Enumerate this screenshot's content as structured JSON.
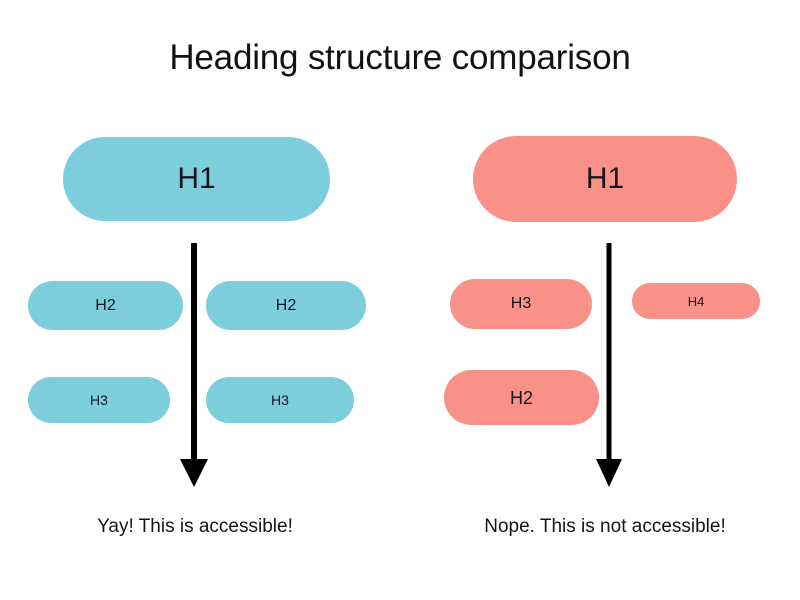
{
  "page": {
    "title": "Heading structure comparison",
    "background_color": "#ffffff",
    "text_color": "#121212"
  },
  "colors": {
    "good_pill": "#7dcedc",
    "bad_pill": "#fa9189",
    "arrow": "#000000",
    "pill_text": "#111820"
  },
  "columns": [
    {
      "id": "good",
      "color": "#7dcedc",
      "root": {
        "label": "H1"
      },
      "rows": [
        {
          "pills": [
            {
              "label": "H2"
            },
            {
              "label": "H2"
            }
          ]
        },
        {
          "pills": [
            {
              "label": "H3"
            },
            {
              "label": "H3"
            }
          ]
        }
      ],
      "arrow": {
        "direction": "down"
      },
      "caption": "Yay! This is accessible!"
    },
    {
      "id": "bad",
      "color": "#fa9189",
      "root": {
        "label": "H1"
      },
      "rows": [
        {
          "pills": [
            {
              "label": "H3"
            },
            {
              "label": "H4"
            }
          ]
        },
        {
          "pills": [
            {
              "label": "H2"
            }
          ]
        }
      ],
      "arrow": {
        "direction": "down"
      },
      "caption": "Nope. This is not accessible!"
    }
  ]
}
